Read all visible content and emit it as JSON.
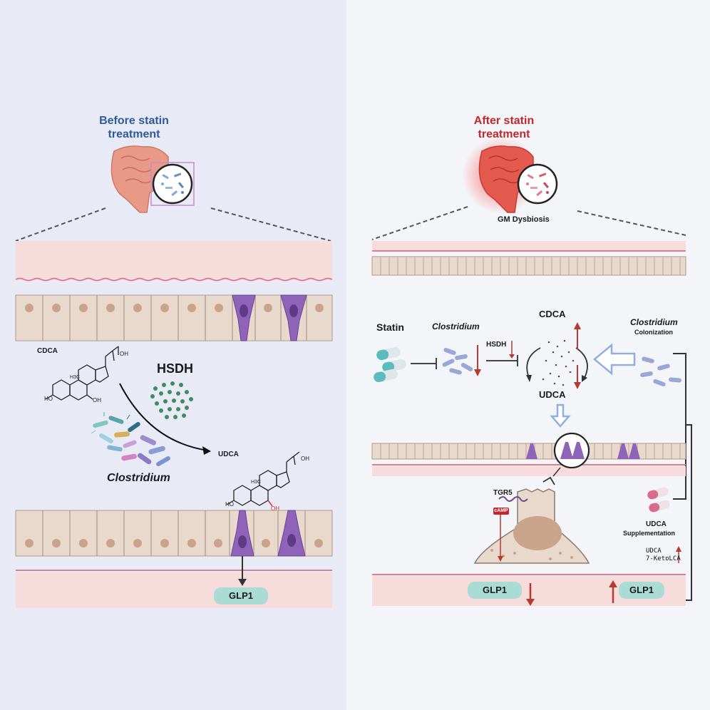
{
  "left": {
    "title": "Before statin treatment",
    "cdca_label": "CDCA",
    "hsdh_label": "HSDH",
    "udca_label": "UDCA",
    "clostridium_label": "Clostridium",
    "glp1_label": "GLP1",
    "title_color": "#2e5b9a"
  },
  "right": {
    "title": "After statin treatment",
    "dysbiosis_label": "GM Dysbiosis",
    "statin_label": "Statin",
    "clostridium_label": "Clostridium",
    "hsdh_label": "HSDH",
    "cdca_label": "CDCA",
    "udca_label": "UDCA",
    "colonization_title": "Clostridium",
    "colonization_sub": "Colonization",
    "tgr5_label": "TGR5",
    "camp_label": "cAMP",
    "supplement_title": "UDCA",
    "supplement_sub": "Supplementation",
    "legend_line1": "UDCA",
    "legend_line2": "7-KetoLCA",
    "glp1_left_label": "GLP1",
    "glp1_right_label": "GLP1",
    "title_color": "#c0282d"
  },
  "colors": {
    "cell_fill": "#e9d8cc",
    "nucleus": "#c9a38a",
    "lcell": "#8e63b8",
    "mucosa": "#f7dcdc",
    "arrow_red": "#b43a32",
    "glp1_pill": "#a9ddd3"
  }
}
